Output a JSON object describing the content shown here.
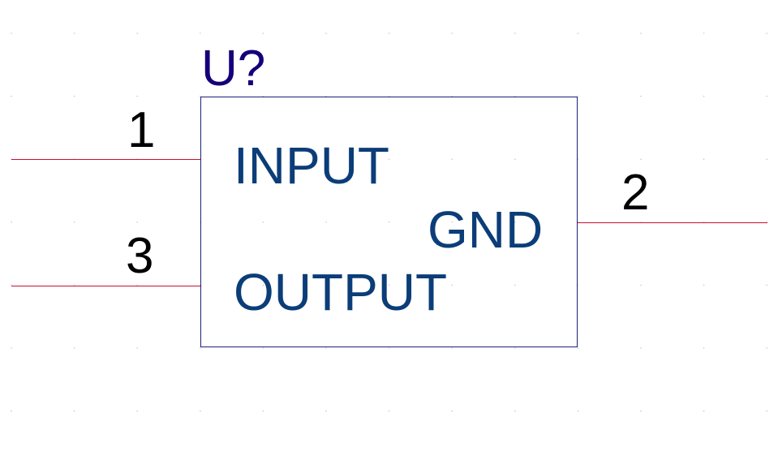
{
  "component": {
    "reference": "U?",
    "outline_color": "#1f1f7a",
    "reference_color": "#14007a"
  },
  "pins": [
    {
      "number": "1",
      "name": "INPUT"
    },
    {
      "number": "3",
      "name": "OUTPUT"
    },
    {
      "number": "2",
      "name": "GND"
    }
  ],
  "colors": {
    "wire": "#c8102e",
    "pin_name": "#0b3d78",
    "pin_number": "#000000",
    "grid_dot": "#c8c8c8",
    "background": "#ffffff"
  }
}
